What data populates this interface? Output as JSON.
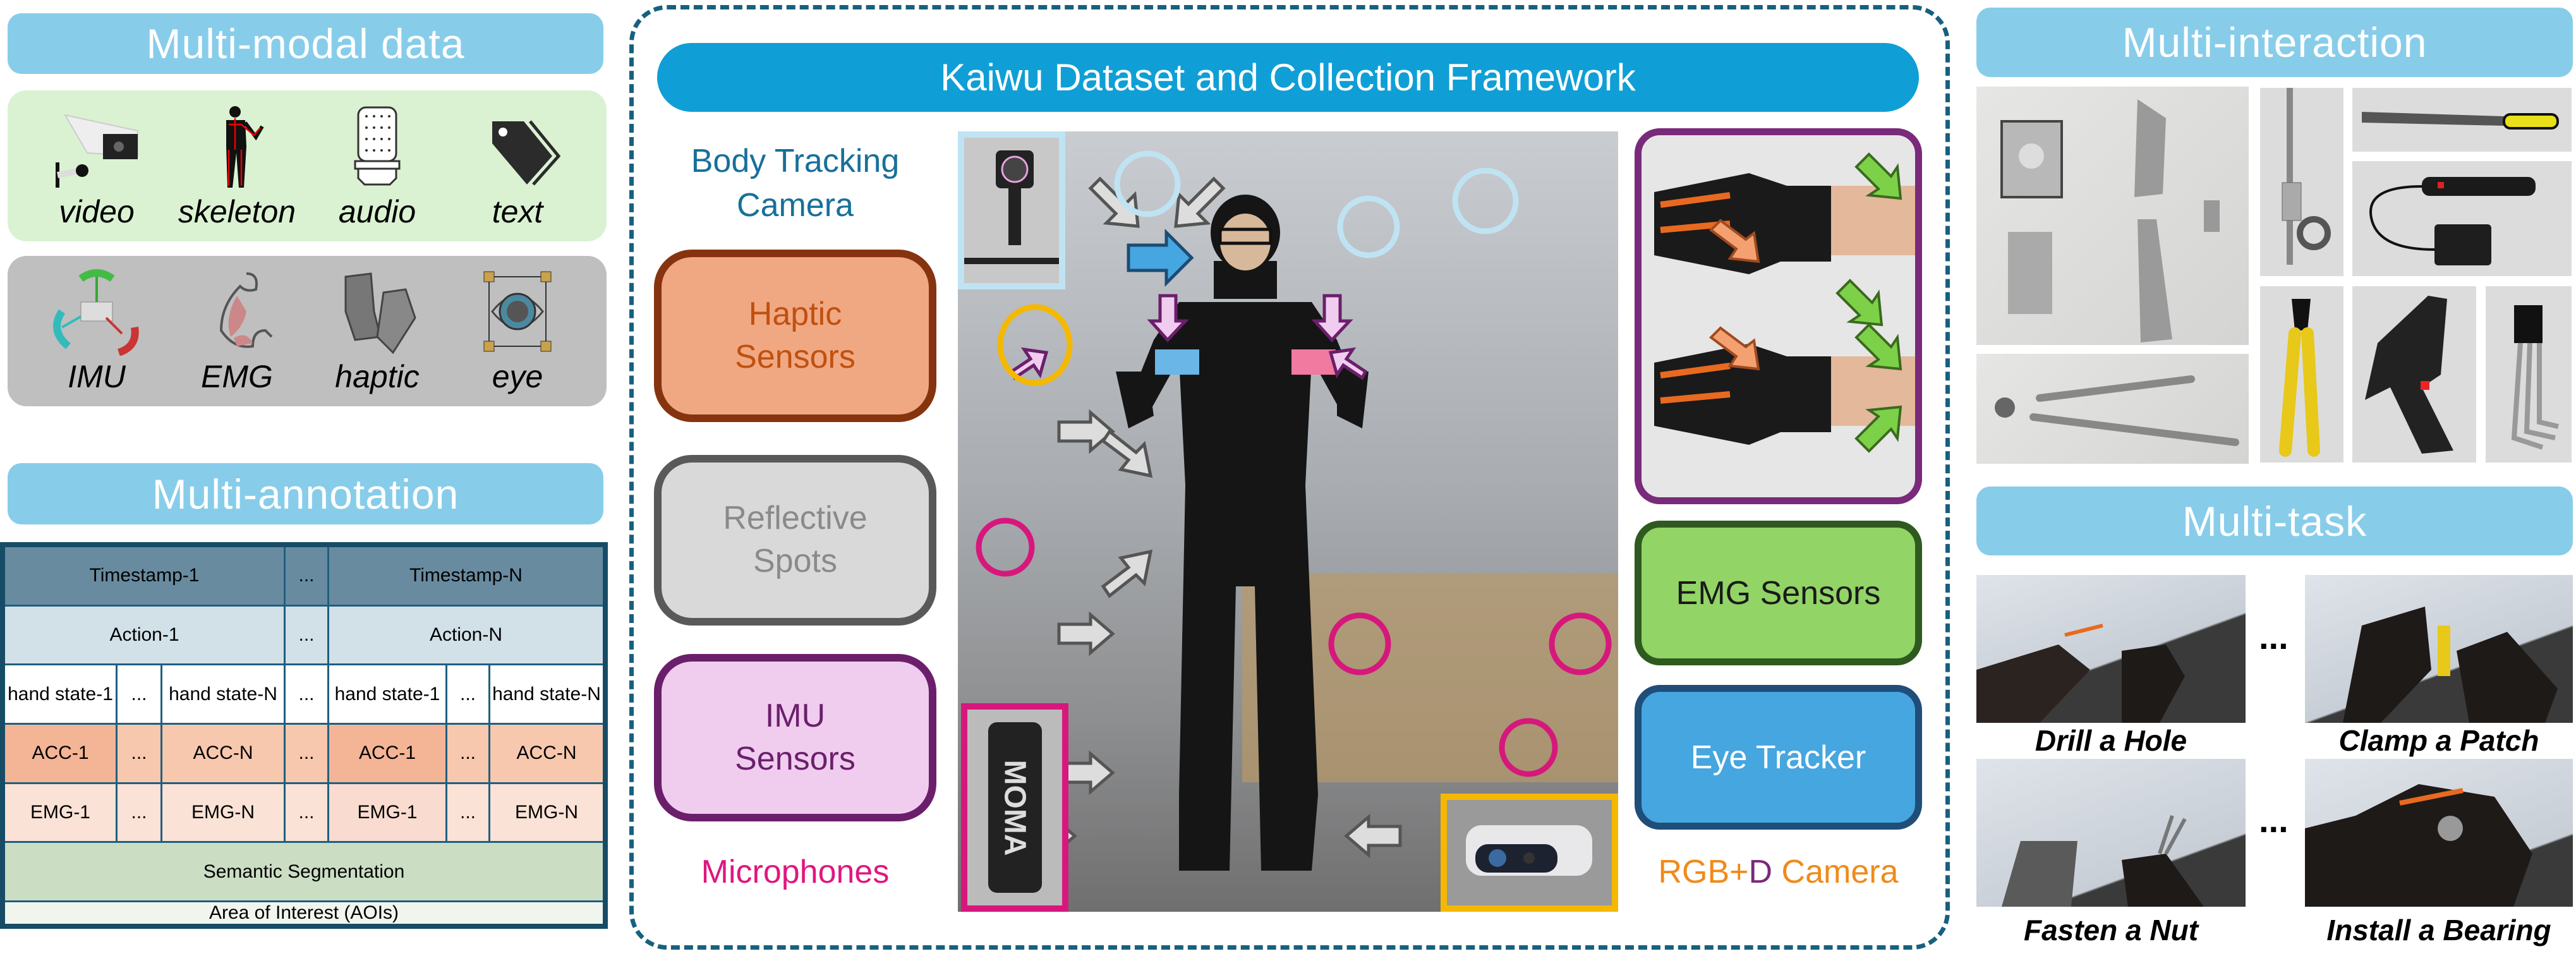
{
  "left": {
    "modal_title": "Multi-modal data",
    "modalities_row1": [
      {
        "icon": "video-camera-icon",
        "label": "video"
      },
      {
        "icon": "skeleton-icon",
        "label": "skeleton"
      },
      {
        "icon": "microphone-icon",
        "label": "audio"
      },
      {
        "icon": "tag-icon",
        "label": "text"
      }
    ],
    "modalities_row2": [
      {
        "icon": "imu-icon",
        "label": "IMU"
      },
      {
        "icon": "muscle-icon",
        "label": "EMG"
      },
      {
        "icon": "glove-icon",
        "label": "haptic"
      },
      {
        "icon": "eye-icon",
        "label": "eye"
      }
    ],
    "annotation_title": "Multi-annotation",
    "table": {
      "ellipsis": "...",
      "timestamp_1": "Timestamp-1",
      "timestamp_n": "Timestamp-N",
      "action_1": "Action-1",
      "action_n": "Action-N",
      "hand_1": "hand state-1",
      "hand_n": "hand state-N",
      "acc_1": "ACC-1",
      "acc_n": "ACC-N",
      "emg_1": "EMG-1",
      "emg_n": "EMG-N",
      "semantic": "Semantic Segmentation",
      "aoi": "Area of Interest (AOIs)"
    }
  },
  "center": {
    "title": "Kaiwu Dataset and Collection Framework",
    "body_tracking_1": "Body Tracking",
    "body_tracking_2": "Camera",
    "haptic_1": "Haptic",
    "haptic_2": "Sensors",
    "reflective_1": "Reflective",
    "reflective_2": "Spots",
    "imu_1": "IMU",
    "imu_2": "Sensors",
    "microphones": "Microphones",
    "emg": "EMG Sensors",
    "eye_tracker": "Eye Tracker",
    "rgb": "RGB+",
    "d": "D",
    "camera": " Camera",
    "mic_brand": "MOMA",
    "colors": {
      "haptic": "#f0a882",
      "reflective": "#d9d9d9",
      "imu": "#f0cdef",
      "emg": "#92d466",
      "eye": "#46a6df",
      "accent": "#0f9fd6"
    }
  },
  "right": {
    "interaction_title": "Multi-interaction",
    "task_title": "Multi-task",
    "ellipsis": "...",
    "tasks": [
      "Drill a Hole",
      "Clamp a Patch",
      "Fasten a Nut",
      "Install a Bearing"
    ]
  }
}
